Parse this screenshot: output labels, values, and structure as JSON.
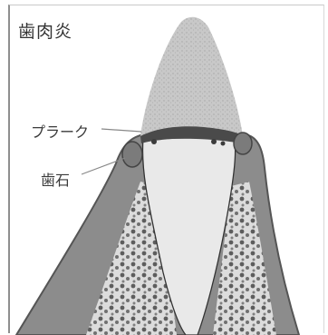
{
  "title": "歯肉炎",
  "labels": {
    "plaque": "プラーク",
    "calculus": "歯石"
  },
  "colors": {
    "crown": "#c9c9c9",
    "gum": "#9a9a9a",
    "gum_edge": "#6e6e6e",
    "bone": "#d6d6d6",
    "root": "#e8e8e8",
    "plaque": "#555555"
  }
}
